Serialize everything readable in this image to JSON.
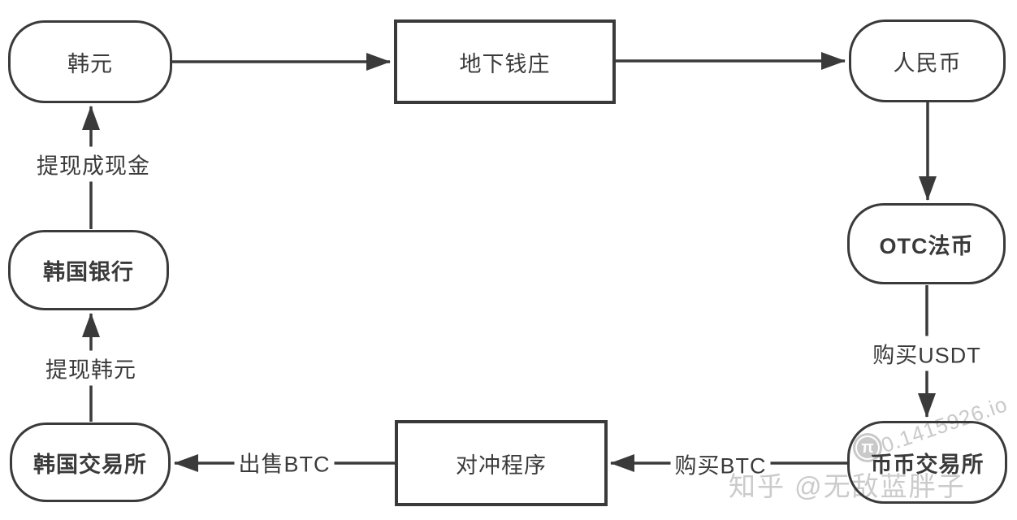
{
  "diagram": {
    "nodes": {
      "krw": "韩元",
      "underground_bank": "地下钱庄",
      "rmb": "人民币",
      "otc_fiat": "OTC法币",
      "crypto_exchange": "币币交易所",
      "hedge_program": "对冲程序",
      "korea_exchange": "韩国交易所",
      "korea_bank": "韩国银行"
    },
    "edge_labels": {
      "buy_usdt": "购买USDT",
      "buy_btc": "购买BTC",
      "sell_btc": "出售BTC",
      "withdraw_krw": "提现韩元",
      "withdraw_cash": "提现成现金"
    },
    "colors": {
      "stroke": "#3a3a3a",
      "watermark": "#c9c9c9"
    }
  },
  "watermarks": {
    "zhihu_handle": "知乎 @无敌蓝胖子",
    "site": "0.1415926.io",
    "pi_symbol": "π"
  }
}
